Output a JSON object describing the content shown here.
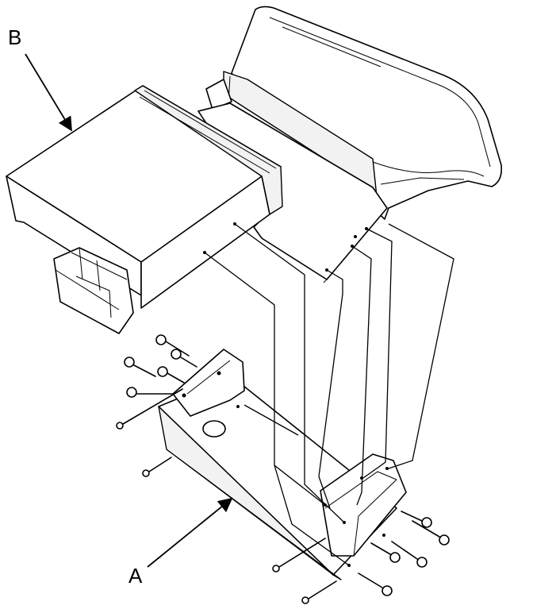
{
  "labels": {
    "a": "A",
    "b": "B"
  },
  "components": {
    "a": "mounting-bracket",
    "b": "audio-unit"
  }
}
